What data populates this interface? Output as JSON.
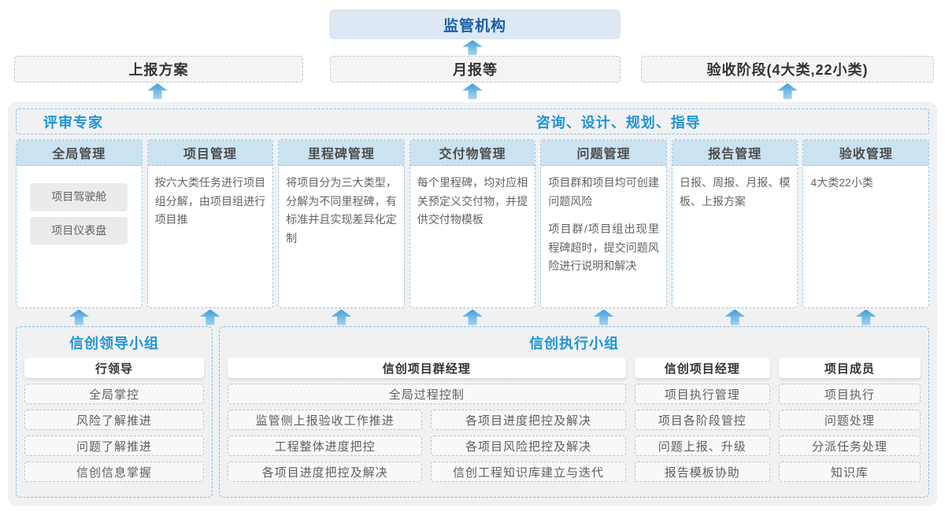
{
  "top": {
    "regulator_label": "监管机构"
  },
  "report_boxes": [
    {
      "label": "上报方案"
    },
    {
      "label": "月报等"
    },
    {
      "label": "验收阶段(4大类,22小类)"
    }
  ],
  "middle": {
    "left_title": "评审专家",
    "right_title": "咨询、设计、规划、指导",
    "columns": [
      {
        "title": "全局管理",
        "chips": [
          "项目驾驶舱",
          "项目仪表盘"
        ]
      },
      {
        "title": "项目管理",
        "body": "按六大类任务进行项目组分解，由项目组进行项目推"
      },
      {
        "title": "里程碑管理",
        "body": "将项目分为三大类型，分解为不同里程碑，有标准并且实现差异化定制"
      },
      {
        "title": "交付物管理",
        "body": "每个里程碑，均对应相关预定义交付物，并提供交付物模板"
      },
      {
        "title": "问题管理",
        "paragraphs": [
          "项目群和项目均可创建问题风险",
          "项目群/项目组出现里程碑超时，提交问题风险进行说明和解决"
        ]
      },
      {
        "title": "报告管理",
        "body": "日报、周报、月报、模板、上报方案"
      },
      {
        "title": "验收管理",
        "body": "4大类22小类"
      }
    ]
  },
  "bottom": {
    "leadership": {
      "title": "信创领导小组",
      "role": "行领导",
      "items": [
        "全局掌控",
        "风险了解推进",
        "问题了解推进",
        "信创信息掌握"
      ]
    },
    "execution": {
      "title": "信创执行小组",
      "pm_group": {
        "role": "信创项目群经理",
        "full_item": "全局过程控制",
        "left_items": [
          "监管侧上报验收工作推进",
          "工程整体进度把控",
          "各项目进度把控及解决"
        ],
        "right_items": [
          "各项目进度把控及解决",
          "各项目风险把控及解决",
          "信创工程知识库建立与迭代"
        ]
      },
      "pm": {
        "role": "信创项目经理",
        "items": [
          "项目执行管理",
          "项目各阶段管控",
          "问题上报、升级",
          "报告模板协助"
        ]
      },
      "member": {
        "role": "项目成员",
        "items": [
          "项目执行",
          "问题处理",
          "分派任务处理",
          "知识库"
        ]
      }
    }
  },
  "colors": {
    "accent_blue": "#2095d6",
    "dark_blue": "#1c5fa8",
    "regulator_bg": "#dce8f3",
    "column_header_bg": "#cbe2f1",
    "container_bg": "#f1f1f2",
    "dashed_blue": "#86c3e8"
  }
}
